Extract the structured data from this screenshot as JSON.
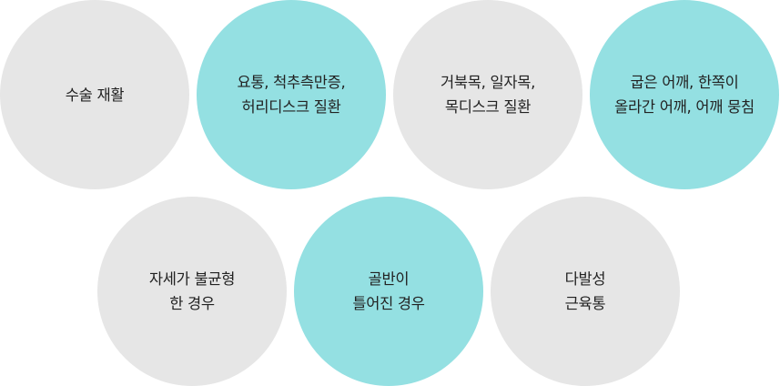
{
  "circles": [
    {
      "lines": [
        "수술 재활"
      ]
    },
    {
      "lines": [
        "요통, 척추측만증,",
        "허리디스크 질환"
      ]
    },
    {
      "lines": [
        "거북목, 일자목,",
        "목디스크 질환"
      ]
    },
    {
      "lines": [
        "굽은 어깨, 한쪽이",
        "올라간 어깨, 어깨 뭉침"
      ]
    },
    {
      "lines": [
        "자세가 불균형",
        "한 경우"
      ]
    },
    {
      "lines": [
        "골반이",
        "틀어진 경우"
      ]
    },
    {
      "lines": [
        "다발성",
        "근육통"
      ]
    }
  ],
  "colors": {
    "gray": "#e6e6e6",
    "teal": "#94e0e2",
    "text": "#222222"
  }
}
